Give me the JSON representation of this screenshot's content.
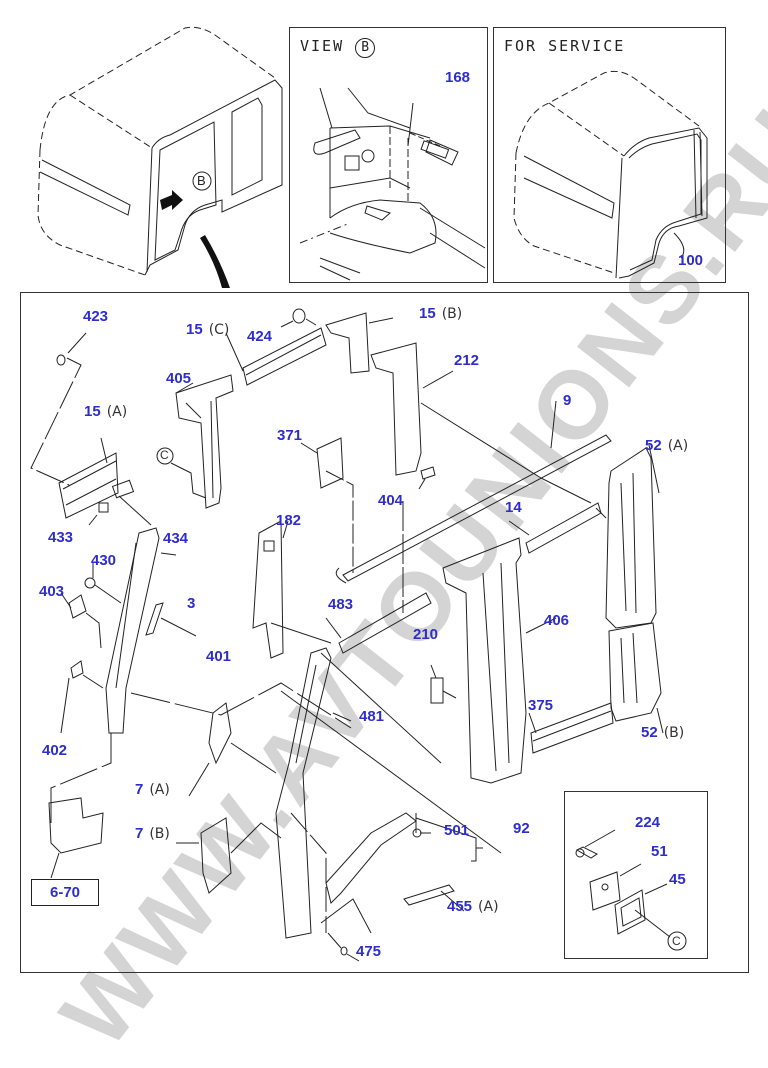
{
  "watermark": "WWW.AVTOUNIONS.RU",
  "colors": {
    "callout": "#2d2dc8",
    "line": "#222222",
    "watermark": "#a0a0a0"
  },
  "overview": {
    "view_marker": "B"
  },
  "view_b": {
    "title": "VIEW",
    "marker": "B",
    "callouts": [
      {
        "id": "168",
        "label": "168"
      }
    ]
  },
  "for_service": {
    "title": "FOR SERVICE",
    "callouts": [
      {
        "id": "100",
        "label": "100"
      }
    ]
  },
  "main": {
    "callouts": [
      {
        "id": "423",
        "label": "423",
        "suffix": ""
      },
      {
        "id": "15C",
        "label": "15",
        "suffix": "(C)"
      },
      {
        "id": "424",
        "label": "424",
        "suffix": ""
      },
      {
        "id": "15B",
        "label": "15",
        "suffix": "(B)"
      },
      {
        "id": "212",
        "label": "212",
        "suffix": ""
      },
      {
        "id": "405",
        "label": "405",
        "suffix": ""
      },
      {
        "id": "15A",
        "label": "15",
        "suffix": "(A)"
      },
      {
        "id": "371",
        "label": "371",
        "suffix": ""
      },
      {
        "id": "9",
        "label": "9",
        "suffix": ""
      },
      {
        "id": "52A",
        "label": "52",
        "suffix": "(A)"
      },
      {
        "id": "433",
        "label": "433",
        "suffix": ""
      },
      {
        "id": "434",
        "label": "434",
        "suffix": ""
      },
      {
        "id": "404",
        "label": "404",
        "suffix": ""
      },
      {
        "id": "14",
        "label": "14",
        "suffix": ""
      },
      {
        "id": "182",
        "label": "182",
        "suffix": ""
      },
      {
        "id": "430",
        "label": "430",
        "suffix": ""
      },
      {
        "id": "403",
        "label": "403",
        "suffix": ""
      },
      {
        "id": "3",
        "label": "3",
        "suffix": ""
      },
      {
        "id": "483",
        "label": "483",
        "suffix": ""
      },
      {
        "id": "406",
        "label": "406",
        "suffix": ""
      },
      {
        "id": "401",
        "label": "401",
        "suffix": ""
      },
      {
        "id": "210",
        "label": "210",
        "suffix": ""
      },
      {
        "id": "481",
        "label": "481",
        "suffix": ""
      },
      {
        "id": "402",
        "label": "402",
        "suffix": ""
      },
      {
        "id": "375",
        "label": "375",
        "suffix": ""
      },
      {
        "id": "52B",
        "label": "52",
        "suffix": "(B)"
      },
      {
        "id": "7A",
        "label": "7",
        "suffix": "(A)"
      },
      {
        "id": "501",
        "label": "501",
        "suffix": ""
      },
      {
        "id": "92",
        "label": "92",
        "suffix": ""
      },
      {
        "id": "7B",
        "label": "7",
        "suffix": "(B)"
      },
      {
        "id": "455A",
        "label": "455",
        "suffix": "(A)"
      },
      {
        "id": "475",
        "label": "475",
        "suffix": ""
      }
    ],
    "ref_markers": [
      "C"
    ],
    "page_ref": "6-70"
  },
  "inset": {
    "callouts": [
      {
        "id": "224",
        "label": "224"
      },
      {
        "id": "51",
        "label": "51"
      },
      {
        "id": "45",
        "label": "45"
      }
    ],
    "ref_marker": "C"
  }
}
